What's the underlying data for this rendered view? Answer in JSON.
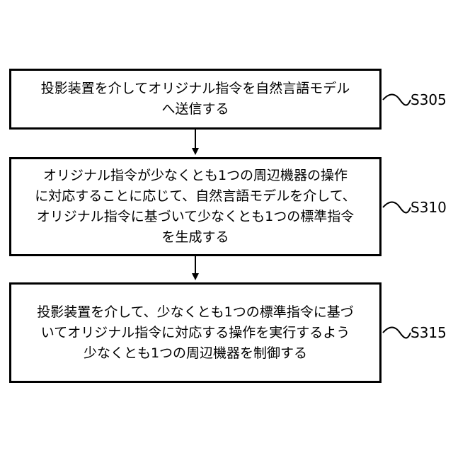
{
  "steps": [
    {
      "id": "S305",
      "lines": [
        "投影装置を介してオリジナル指令を自然言語モデル",
        "へ送信する"
      ]
    },
    {
      "id": "S310",
      "lines": [
        "オリジナル指令が少なくとも1つの周辺機器の操作",
        "に対応することに応じて、自然言語モデルを介して、",
        "オリジナル指令に基づいて少なくとも1つの標準指令",
        "を生成する"
      ]
    },
    {
      "id": "S315",
      "lines": [
        "投影装置を介して、少なくとも1つの標準指令に基づ",
        "いてオリジナル指令に対応する操作を実行するよう",
        "少なくとも1つの周辺機器を制御する"
      ]
    }
  ]
}
